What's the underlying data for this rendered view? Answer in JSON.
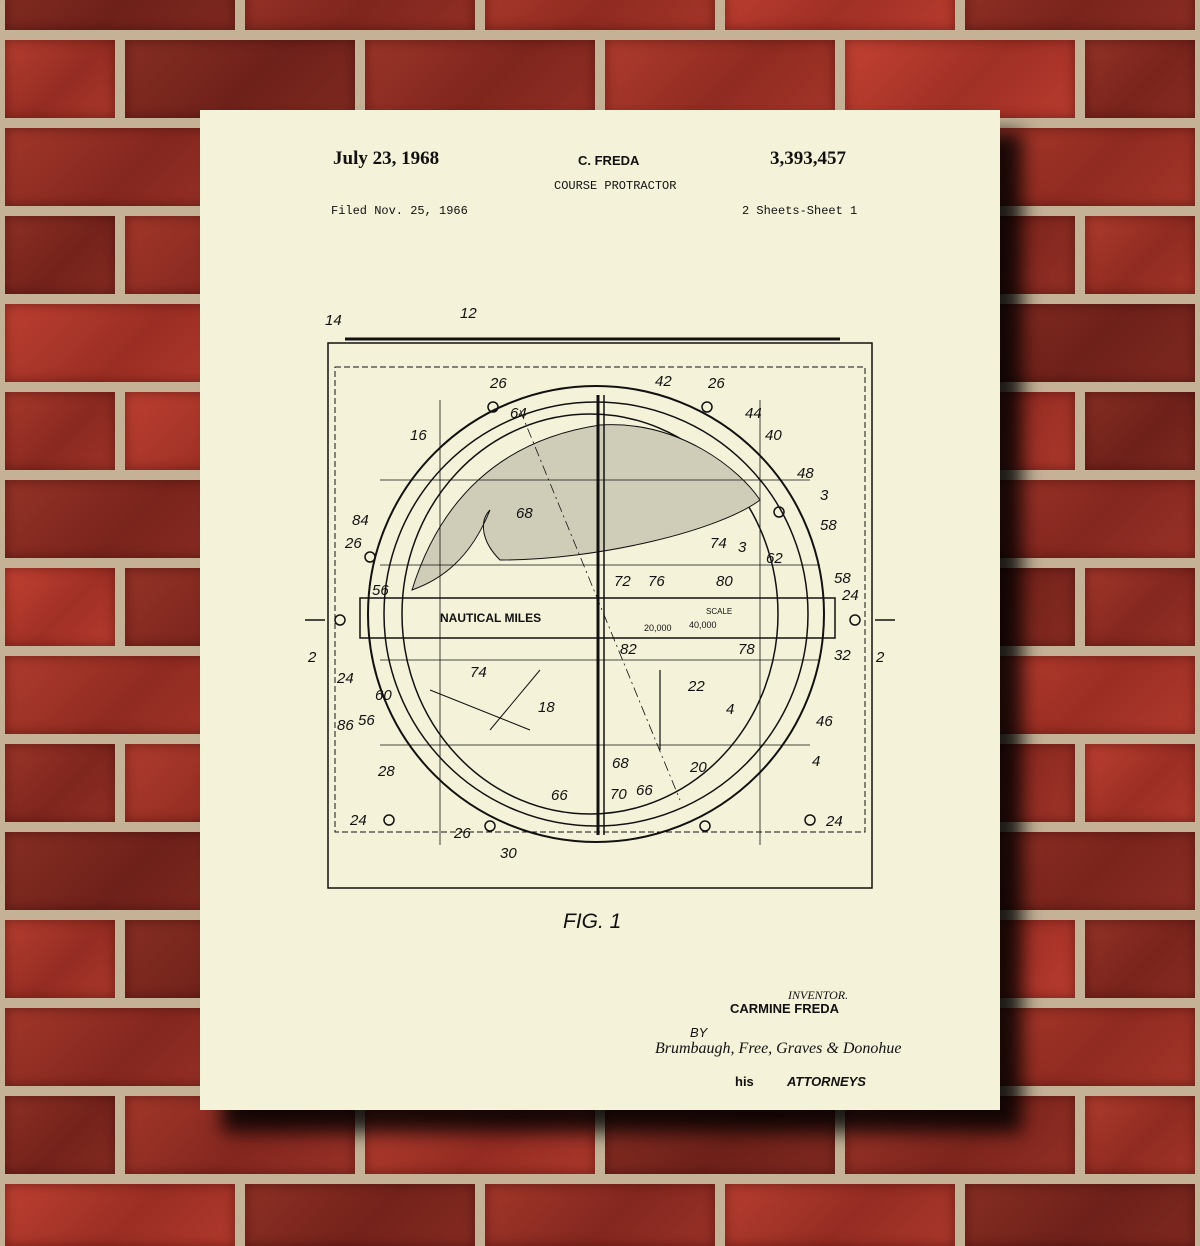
{
  "patent": {
    "date": "July 23, 1968",
    "inventor_header": "C. FREDA",
    "number": "3,393,457",
    "title": "COURSE PROTRACTOR",
    "filed": "Filed Nov. 25, 1966",
    "sheets": "2 Sheets-Sheet 1",
    "figure": "FIG. 1",
    "scale_label": "NAUTICAL MILES",
    "scale_a": "40,000",
    "scale_b": "20,000",
    "scale_word": "SCALE",
    "inventor_label": "INVENTOR.",
    "inventor_name": "CARMINE FREDA",
    "by": "BY",
    "signature": "Brumbaugh, Free, Graves & Donohue",
    "his": "his",
    "attorneys": "ATTORNEYS",
    "reference_numerals": [
      "14",
      "12",
      "26",
      "42",
      "26",
      "64",
      "44",
      "16",
      "40",
      "48",
      "3",
      "68",
      "58",
      "84",
      "26",
      "74",
      "3",
      "62",
      "56",
      "72",
      "76",
      "80",
      "58",
      "24",
      "2",
      "2",
      "74",
      "82",
      "78",
      "32",
      "24",
      "60",
      "18",
      "22",
      "4",
      "46",
      "86",
      "56",
      "4",
      "28",
      "68",
      "20",
      "66",
      "70",
      "66",
      "24",
      "26",
      "30",
      "24"
    ]
  },
  "colors": {
    "paper": "#f4f2d9",
    "brick": "#9c3128",
    "mortar": "#c4b196"
  }
}
